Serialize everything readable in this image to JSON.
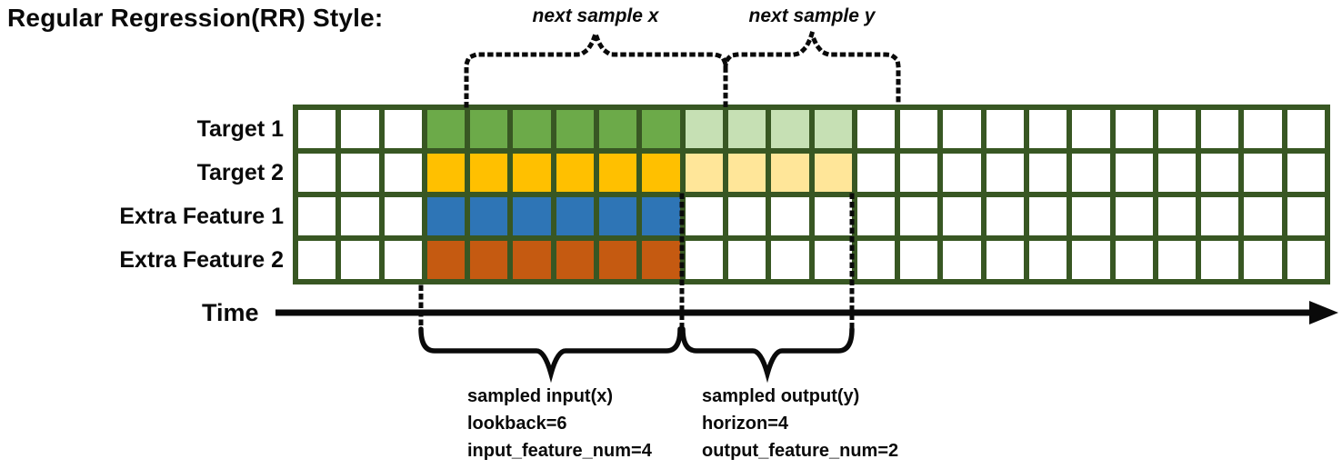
{
  "title": "Regular Regression(RR) Style:",
  "annotations": {
    "next_sample_x": "next sample x",
    "next_sample_y": "next sample y",
    "time_label": "Time",
    "input_lines": [
      "sampled input(x)",
      "lookback=6",
      "input_feature_num=4"
    ],
    "output_lines": [
      "sampled output(y)",
      "horizon=4",
      "output_feature_num=2"
    ]
  },
  "grid": {
    "columns": 24,
    "border_color": "#385723",
    "cell_color": "#FFFFFF",
    "rows": [
      {
        "label": "Target 1",
        "fill": "#6CAA49",
        "light_fill": "#C6E0B4",
        "lookback_cols": [
          4,
          9
        ],
        "horizon_cols": [
          10,
          13
        ]
      },
      {
        "label": "Target 2",
        "fill": "#FFC000",
        "light_fill": "#FFE699",
        "lookback_cols": [
          4,
          9
        ],
        "horizon_cols": [
          10,
          13
        ]
      },
      {
        "label": "Extra Feature 1",
        "fill": "#2E75B6",
        "light_fill": null,
        "lookback_cols": [
          4,
          9
        ],
        "horizon_cols": null
      },
      {
        "label": "Extra Feature 2",
        "fill": "#C55A11",
        "light_fill": null,
        "lookback_cols": [
          4,
          9
        ],
        "horizon_cols": null
      }
    ],
    "params": {
      "lookback": 6,
      "horizon": 4,
      "input_feature_num": 4,
      "output_feature_num": 2
    }
  }
}
